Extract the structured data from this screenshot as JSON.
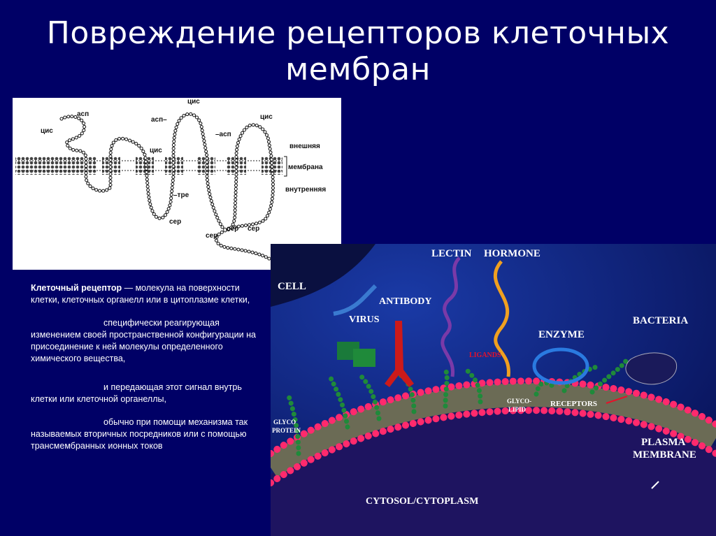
{
  "slide": {
    "title_line1": "Повреждение рецепторов клеточных",
    "title_line2": "мембран"
  },
  "receptor_diagram": {
    "labels": {
      "asp1": "асп",
      "cis1": "цис",
      "asp2": "асп–",
      "cis_top": "цис",
      "asp3": "–асп",
      "cis2": "цис",
      "cis3": "цис",
      "tre": "–тре",
      "ser1": "сер",
      "ser2": "сер",
      "ser3": "сер",
      "ser4": "сер",
      "outer": "внешняя",
      "membrane": "мембрана",
      "inner": "внутренняя"
    }
  },
  "definition": {
    "term": "Клеточный рецептор",
    "p1_rest": " — молекула на поверхности клетки, клеточных органелл или в цитоплазме клетки,",
    "p2": "специфически реагирующая изменением своей пространственной конфигурации на присоединение к ней молекулы определенного химического вещества,",
    "p3": "и передающая этот сигнал внутрь клетки или клеточной органеллы,",
    "p4": "обычно при помощи механизма так называемых вторичных посредников или с помощью трансмембранных ионных токов"
  },
  "membrane_diagram": {
    "labels": {
      "cell": "CELL",
      "lectin": "LECTIN",
      "hormone": "HORMONE",
      "antibody": "ANTIBODY",
      "virus": "VIRUS",
      "enzyme": "ENZYME",
      "bacteria": "BACTERIA",
      "ligands": "LIGANDS",
      "glyco_lipid_1": "GLYCO-",
      "glyco_lipid_2": "LIPID",
      "glyco_protein_1": "GLYCO",
      "glyco_protein_2": "PROTEIN",
      "receptors": "RECEPTORS",
      "plasma": "PLASMA",
      "membrane": "MEMBRANE",
      "cytosol": "CYTOSOL/CYTOPLASM"
    },
    "colors": {
      "background": "#0b1b6b",
      "membrane_beads": "#ff2a6d",
      "membrane_core": "#6b6b55",
      "cytosol": "#1e1460",
      "glyco_chain": "#1f8a3a"
    }
  }
}
